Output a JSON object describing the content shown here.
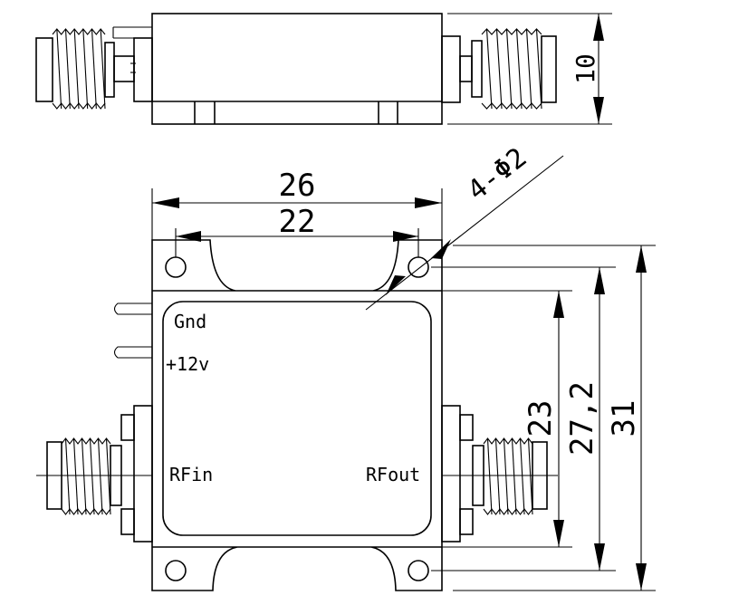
{
  "labels": {
    "gnd": "Gnd",
    "vcc": "+12v",
    "rf_in": "RFin",
    "rf_out": "RFout"
  },
  "dimensions": {
    "overall_width": "26",
    "hole_spacing_width": "22",
    "holes": "4-Φ2",
    "height_side_view": "10",
    "lid_height": "23",
    "hole_spacing_height": "27,2",
    "overall_height": "31"
  }
}
